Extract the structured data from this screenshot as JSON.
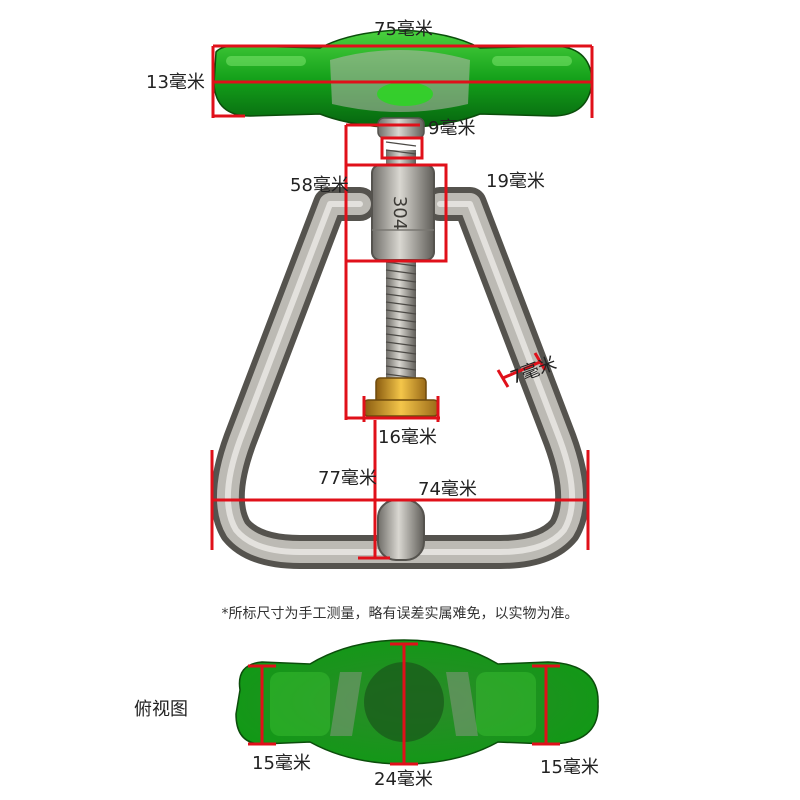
{
  "dimensions": {
    "top_width": "75毫米",
    "top_thickness": "13毫米",
    "shaft_diameter": "9毫米",
    "body_height": "58毫米",
    "sleeve_width": "19毫米",
    "rod_thickness": "7毫米",
    "nut_width": "16毫米",
    "total_height": "77毫米",
    "base_width": "74毫米"
  },
  "note": "*所标尺寸为手工测量，略有误差实属难免，以实物为准。",
  "top_view": {
    "label": "俯视图",
    "left_width": "15毫米",
    "center_width": "24毫米",
    "right_width": "15毫米"
  },
  "stamp": "304",
  "colors": {
    "dimension_line": "#e0101a",
    "handle_green": "#1fa01c",
    "steel": "#9c9a94"
  }
}
